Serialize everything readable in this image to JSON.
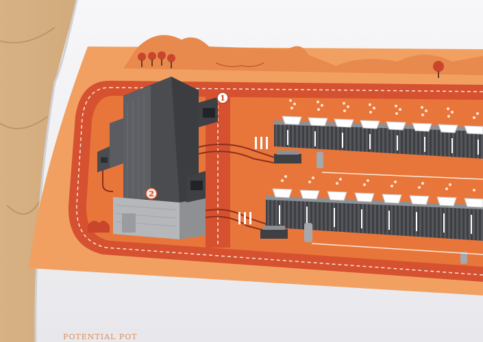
{
  "photo": {
    "subject": "Printed magazine page with an orange isometric illustration of a farm facility lying on a wooden table",
    "colors": {
      "wood": "#c9a070",
      "paper": "#f4f4f6",
      "orange_light": "#f2a061",
      "orange_mid": "#e8763b",
      "orange_dark": "#c9452b",
      "road_red": "#d55130",
      "gray_dark": "#4a4c50",
      "gray_light": "#b5b7ba"
    }
  },
  "illustration": {
    "markers": [
      {
        "number": "1"
      },
      {
        "number": "2"
      }
    ]
  },
  "page_text": {
    "caption": "POTENTIAL POT"
  }
}
